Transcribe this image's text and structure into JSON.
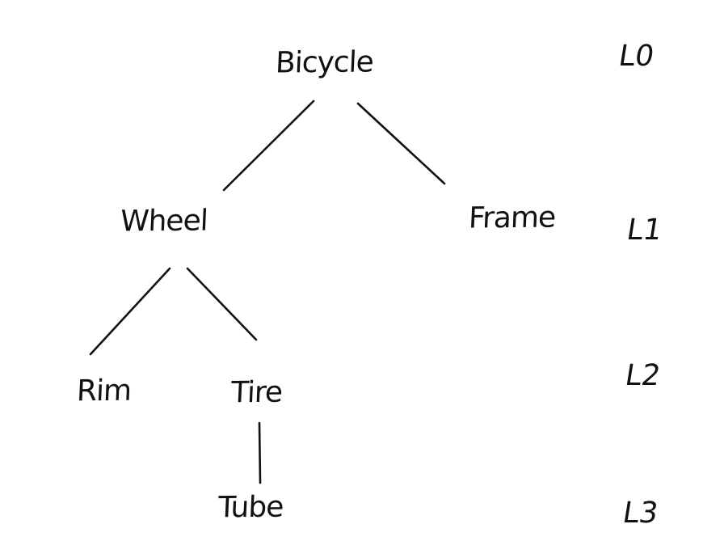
{
  "colors": {
    "ink": "#111111",
    "background": "#ffffff"
  },
  "nodes": [
    {
      "id": "bicycle",
      "label": "Bicycle",
      "level": 0
    },
    {
      "id": "wheel",
      "label": "Wheel",
      "level": 1
    },
    {
      "id": "frame",
      "label": "Frame",
      "level": 1
    },
    {
      "id": "rim",
      "label": "Rim",
      "level": 2
    },
    {
      "id": "tire",
      "label": "Tire",
      "level": 2
    },
    {
      "id": "tube",
      "label": "Tube",
      "level": 3
    }
  ],
  "edges": [
    {
      "from": "Bicycle",
      "to": "Wheel"
    },
    {
      "from": "Bicycle",
      "to": "Frame"
    },
    {
      "from": "Wheel",
      "to": "Rim"
    },
    {
      "from": "Wheel",
      "to": "Tire"
    },
    {
      "from": "Tire",
      "to": "Tube"
    }
  ],
  "level_labels": [
    {
      "label": "L0"
    },
    {
      "label": "L1"
    },
    {
      "label": "L2"
    },
    {
      "label": "L3"
    }
  ]
}
